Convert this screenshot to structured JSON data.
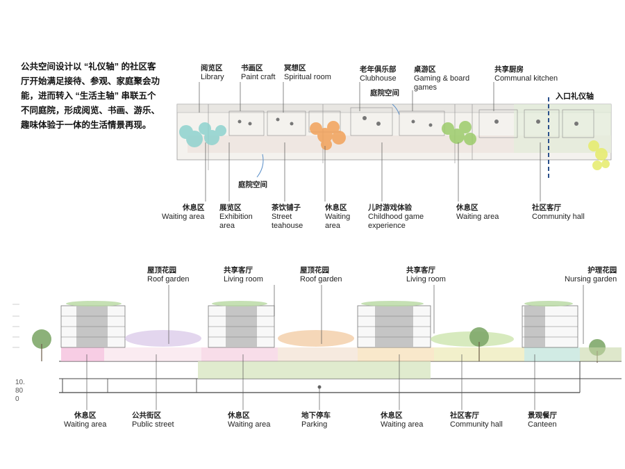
{
  "intro": "公共空间设计以 “礼仪轴” 的社区客厅开始满足接待、参观、家庭聚会功能，进而转入 “生活主轴” 串联五个不同庭院，形成阅览、书画、游乐、趣味体验于一体的生活情景再现。",
  "plan": {
    "axis_label": "入口礼仪轴",
    "courtyard_top": "庭院空间",
    "courtyard_bottom": "庭院空间",
    "top_labels": [
      {
        "zh": "阅览区",
        "en": "Library"
      },
      {
        "zh": "书画区",
        "en": "Paint craft"
      },
      {
        "zh": "冥想区",
        "en": "Spiritual room"
      },
      {
        "zh": "老年俱乐部",
        "en": "Clubhouse"
      },
      {
        "zh": "桌游区",
        "en": "Gaming & board",
        "en2": "games"
      },
      {
        "zh": "共享厨房",
        "en": "Communal kitchen"
      }
    ],
    "bottom_labels": [
      {
        "zh": "休息区",
        "en": "Waiting area"
      },
      {
        "zh": "展览区",
        "en": "Exhibition",
        "en2": "area"
      },
      {
        "zh": "茶饮铺子",
        "en": "Street",
        "en2": "teahouse"
      },
      {
        "zh": "休息区",
        "en": "Waiting",
        "en2": "area"
      },
      {
        "zh": "儿时游戏体验",
        "en": "Childhood game",
        "en2": "experience"
      },
      {
        "zh": "休息区",
        "en": "Waiting area"
      },
      {
        "zh": "社区客厅",
        "en": "Community hall"
      }
    ]
  },
  "section": {
    "scale": [
      "10.",
      "80",
      "0"
    ],
    "top_labels": [
      {
        "zh": "屋顶花园",
        "en": "Roof garden"
      },
      {
        "zh": "共享客厅",
        "en": "Living room"
      },
      {
        "zh": "屋顶花园",
        "en": "Roof garden"
      },
      {
        "zh": "共享客厅",
        "en": "Living room"
      },
      {
        "zh": "护理花园",
        "en": "Nursing garden"
      }
    ],
    "bottom_labels": [
      {
        "zh": "休息区",
        "en": "Waiting area"
      },
      {
        "zh": "公共街区",
        "en": "Public street"
      },
      {
        "zh": "休息区",
        "en": "Waiting area"
      },
      {
        "zh": "地下停车",
        "en": "Parking"
      },
      {
        "zh": "休息区",
        "en": "Waiting area"
      },
      {
        "zh": "社区客厅",
        "en": "Community hall"
      },
      {
        "zh": "景观餐厅",
        "en": "Canteen"
      }
    ]
  },
  "colors": {
    "teal": "#8fd3cf",
    "orange": "#f2a25a",
    "green": "#9ccc6b",
    "yellow": "#e6ec6a",
    "pink": "#f3b8d8",
    "blue_dash": "#2a4f8a",
    "leader": "#555555"
  }
}
